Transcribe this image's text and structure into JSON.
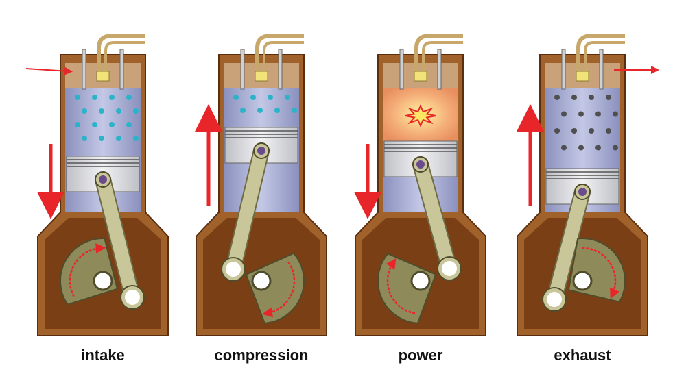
{
  "diagram": {
    "strokes": [
      {
        "label": "intake",
        "gas": "fuel-air-mixture",
        "piston_motion": "down"
      },
      {
        "label": "compression",
        "gas": "compressed-mixture",
        "piston_motion": "up"
      },
      {
        "label": "power",
        "gas": "ignition",
        "piston_motion": "down"
      },
      {
        "label": "exhaust",
        "gas": "exhaust-gas",
        "piston_motion": "up"
      }
    ],
    "colors": {
      "block": "#a0622a",
      "crankcase": "#7a3f14",
      "head": "#c9a27a",
      "cylinder": "#9ea3c8",
      "piston": "#d9d9dc",
      "rod": "#c9c79a",
      "crank": "#8e8a5a",
      "pipe": "#c8a86a",
      "spark_plug": "#f2e27a",
      "arrow": "#e8262a",
      "mixture_dot": "#2bb3c9",
      "exhaust_dot": "#4f4f4f",
      "flame": "#f5b07a"
    },
    "icons": [
      "spark-plug-icon",
      "valve-icon",
      "motion-arrow-icon",
      "rotation-arrow-icon",
      "explosion-icon"
    ]
  }
}
